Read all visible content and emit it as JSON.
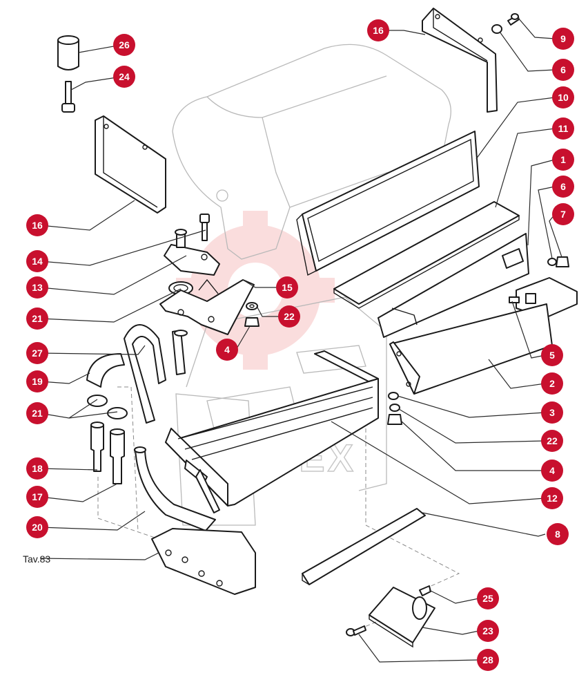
{
  "diagram": {
    "reference": "Tav.83",
    "watermark": "MHTEX",
    "colors": {
      "callout": "#c8102e",
      "callout_text": "#ffffff",
      "line": "#1a1a1a",
      "watermark": "#f4b8b8"
    },
    "callouts": [
      "26",
      "24",
      "16",
      "14",
      "13",
      "21",
      "27",
      "19",
      "21",
      "18",
      "17",
      "20",
      "16",
      "9",
      "6",
      "10",
      "11",
      "1",
      "6",
      "7",
      "15",
      "22",
      "4",
      "5",
      "2",
      "3",
      "22",
      "4",
      "12",
      "8",
      "25",
      "23",
      "28"
    ]
  }
}
